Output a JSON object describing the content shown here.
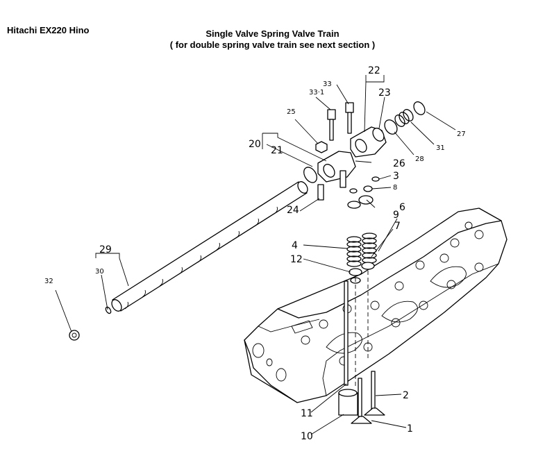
{
  "header": {
    "machine": "Hitachi EX220 Hino",
    "title": "Single Valve Spring Valve Train",
    "subtitle": "( for double spring valve train see next section )"
  },
  "callouts": {
    "c1": "1",
    "c2": "2",
    "c3": "3",
    "c4": "4",
    "c6": "6",
    "c7": "7",
    "c8": "8",
    "c9": "9",
    "c10": "10",
    "c11": "11",
    "c12": "12",
    "c20": "20",
    "c21": "21",
    "c22": "22",
    "c23": "23",
    "c24": "24",
    "c25": "25",
    "c26": "26",
    "c27": "27",
    "c28": "28",
    "c29": "29",
    "c30": "30",
    "c31": "31",
    "c32": "32",
    "c33": "33",
    "c33_1": "33·1"
  }
}
